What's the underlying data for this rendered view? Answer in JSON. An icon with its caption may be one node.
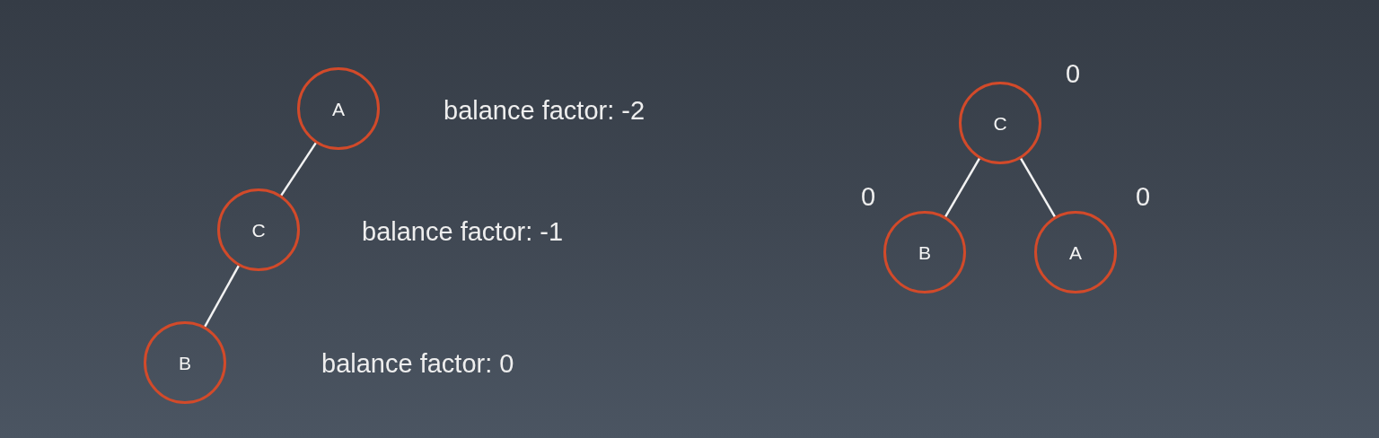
{
  "diagram": {
    "nodes": [
      {
        "text": [
          "A"
        ],
        "beside": [
          "balance factor: -2"
        ]
      },
      {
        "text": [
          "C"
        ],
        "beside": [
          "balance factor: -1"
        ]
      },
      {
        "text": [
          "B"
        ]
      },
      {
        "text": [
          "C"
        ],
        "beside": [
          "0"
        ]
      },
      {
        "text": [
          "B"
        ],
        "beside": [
          "0"
        ]
      },
      {
        "text": [
          "A"
        ],
        "beside": [
          "0"
        ]
      }
    ],
    "edges": [
      {
        "from": 0,
        "to": 1,
        "arrow": "none"
      },
      {
        "from": 1,
        "to": 2,
        "arrow": "none"
      },
      {
        "from": 3,
        "to": 4,
        "arrow": "none"
      },
      {
        "from": 3,
        "to": 5,
        "arrow": "none"
      }
    ],
    "labels": [
      "balance factor: 0"
    ]
  }
}
